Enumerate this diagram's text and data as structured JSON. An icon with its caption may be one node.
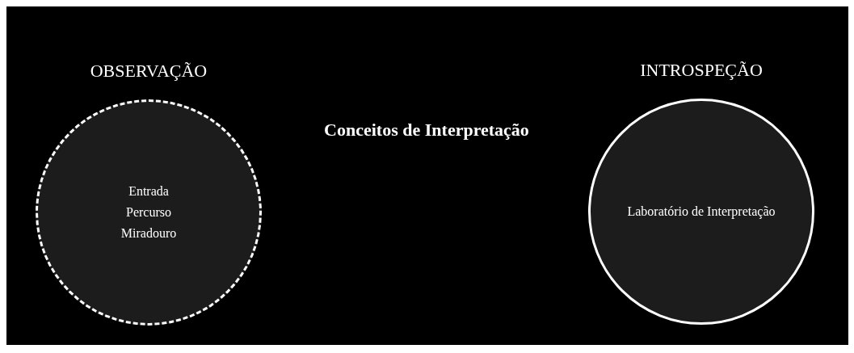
{
  "diagram": {
    "title": "Conceitos de Interpretação",
    "nodes": [
      {
        "text": [
          "OBSERVAÇÃO",
          "Entrada",
          "Percurso",
          "Miradouro"
        ]
      },
      {
        "text": [
          "INTROSPEÇÃO",
          "Laboratório de Interpretação"
        ]
      }
    ],
    "edges": []
  }
}
